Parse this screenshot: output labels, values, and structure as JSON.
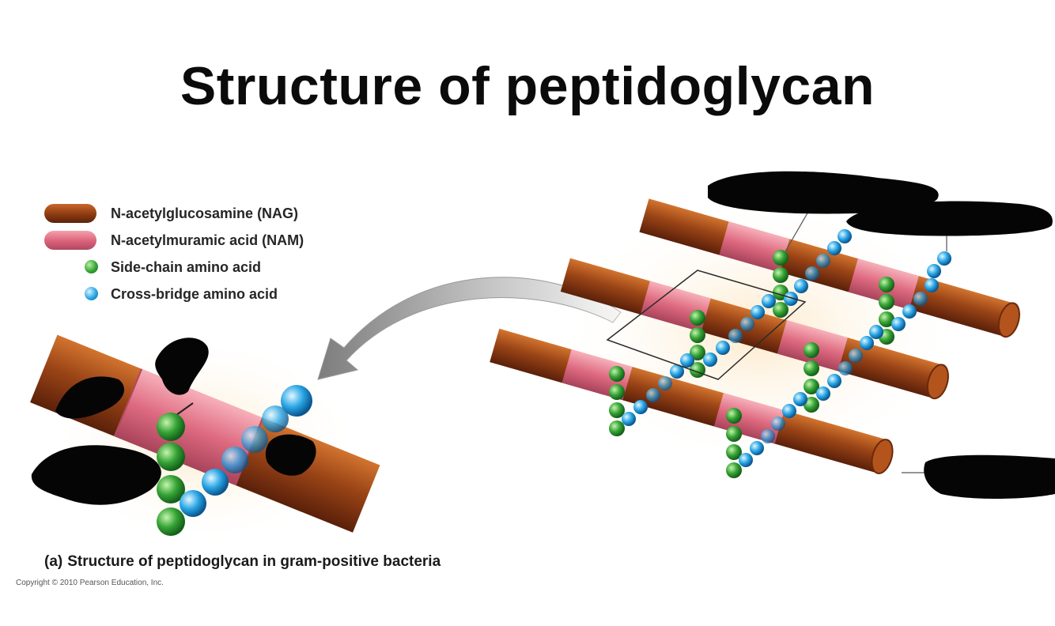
{
  "title": "Structure of peptidoglycan",
  "legend": [
    {
      "label": "N-acetylglucosamine (NAG)",
      "symbol": "nag-cylinder",
      "color": "#a9491a"
    },
    {
      "label": "N-acetylmuramic acid (NAM)",
      "symbol": "nam-cylinder",
      "color": "#e87f90"
    },
    {
      "label": "Side-chain amino acid",
      "symbol": "green-sphere",
      "color": "#35a334"
    },
    {
      "label": "Cross-bridge amino acid",
      "symbol": "blue-sphere",
      "color": "#2aa5e4"
    }
  ],
  "caption": {
    "tag": "(a)",
    "text": "Structure of peptidoglycan in gram-positive bacteria"
  },
  "copyright": "Copyright © 2010 Pearson Education, Inc."
}
